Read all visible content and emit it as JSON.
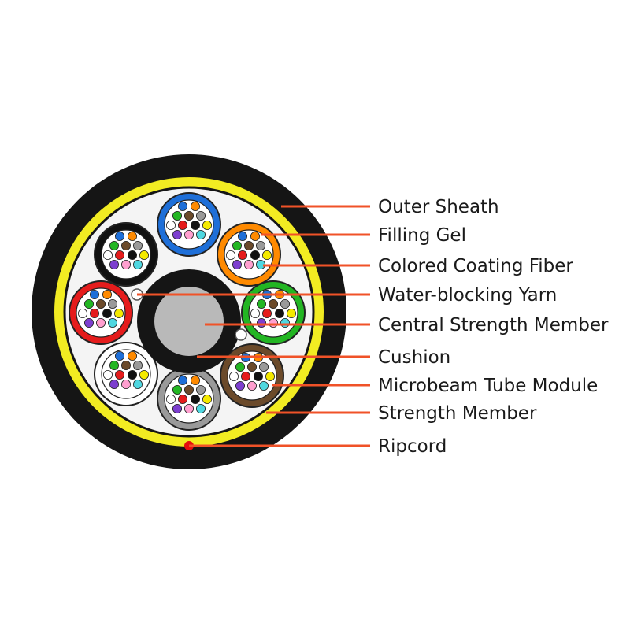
{
  "colors": {
    "background": "#ffffff",
    "outer_sheath": "#151515",
    "strength_member_yellow": "#f2ec22",
    "filling_gel": "#f4f4f4",
    "cushion_dark": "#151515",
    "central_strength_member": "#b9b9b9",
    "callout_line": "#f05228",
    "ripcord": "#e50e0e",
    "label_text": "#1a1a1a"
  },
  "fiber_colors": [
    "#1e6fd8",
    "#ff8a00",
    "#23b623",
    "#6b4a2a",
    "#9a9a9a",
    "#ffffff",
    "#e51c1c",
    "#111111",
    "#f5ea00",
    "#7d3fcf",
    "#ff9fcf",
    "#4fd7e0"
  ],
  "tube_modules": [
    {
      "name": "tube-blue",
      "color": "#1e6fd8"
    },
    {
      "name": "tube-orange",
      "color": "#ff8a00"
    },
    {
      "name": "tube-green",
      "color": "#23b623"
    },
    {
      "name": "tube-brown",
      "color": "#6b4a2a"
    },
    {
      "name": "tube-gray",
      "color": "#9a9a9a"
    },
    {
      "name": "tube-white",
      "color": "#ffffff"
    },
    {
      "name": "tube-red",
      "color": "#e51c1c"
    },
    {
      "name": "tube-black",
      "color": "#111111"
    }
  ],
  "labels": {
    "outer_sheath": "Outer Sheath",
    "filling_gel": "Filling Gel",
    "colored_coating_fiber": "Colored Coating Fiber",
    "water_blocking_yarn": "Water-blocking Yarn",
    "central_strength_member": "Central Strength Member",
    "cushion": "Cushion",
    "microbeam_tube_module": "Microbeam Tube Module",
    "strength_member": "Strength Member",
    "ripcord": "Ripcord"
  }
}
